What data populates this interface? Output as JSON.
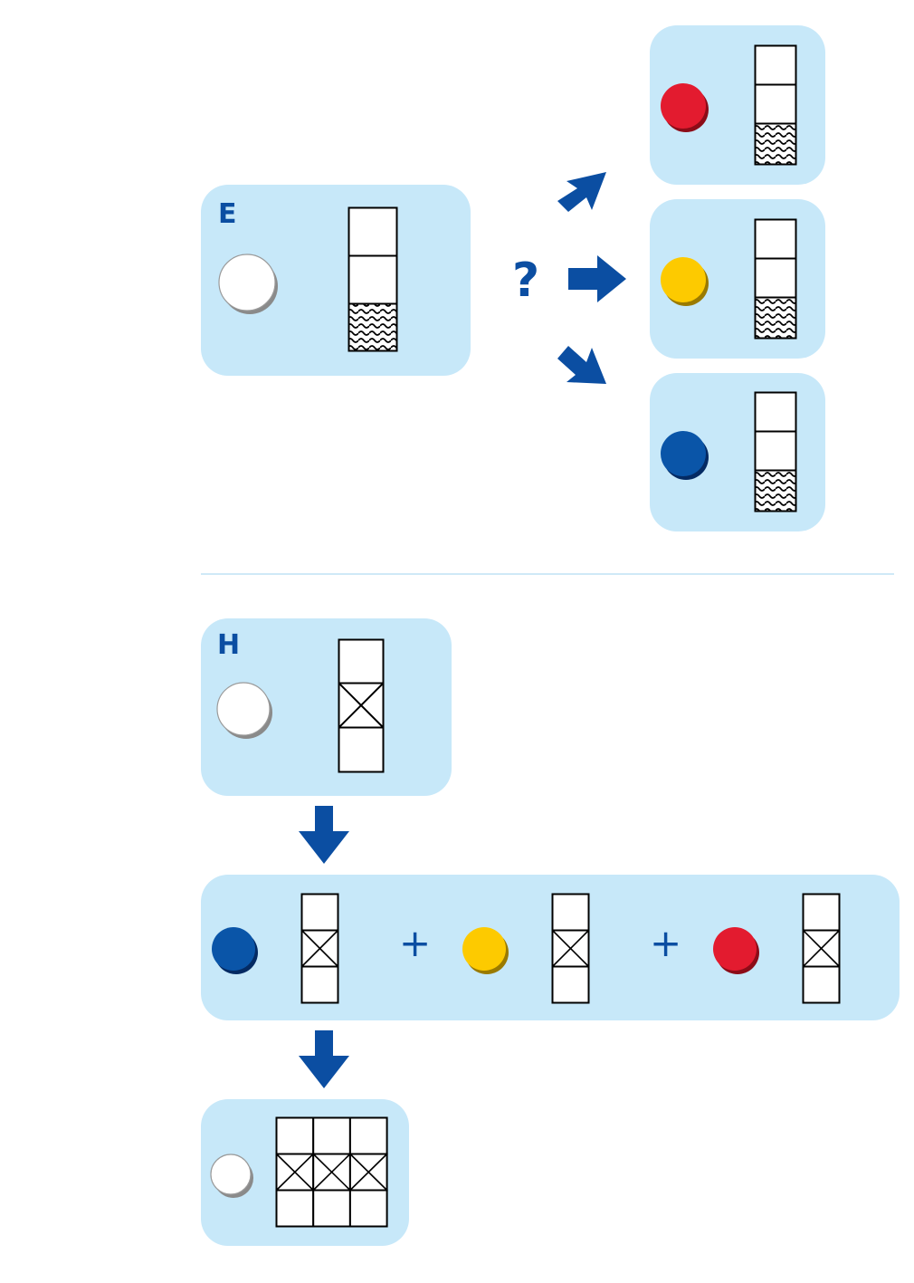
{
  "sections": {
    "E": {
      "label": "E",
      "question_mark": "?"
    },
    "H": {
      "label": "H",
      "plus_1": "+",
      "plus_2": "+"
    }
  },
  "colors": {
    "panel": "#c7e8f9",
    "arrow": "#0b4ea2",
    "white_disc": "#ffffff",
    "red_disc": "#e31b2f",
    "yellow_disc": "#fdca00",
    "blue_disc": "#0a55a8",
    "divider": "#cfe9f7"
  },
  "icons": {
    "discs": [
      "white",
      "red",
      "yellow",
      "blue"
    ],
    "cell_patterns": [
      "empty",
      "wavy",
      "crossed"
    ]
  }
}
